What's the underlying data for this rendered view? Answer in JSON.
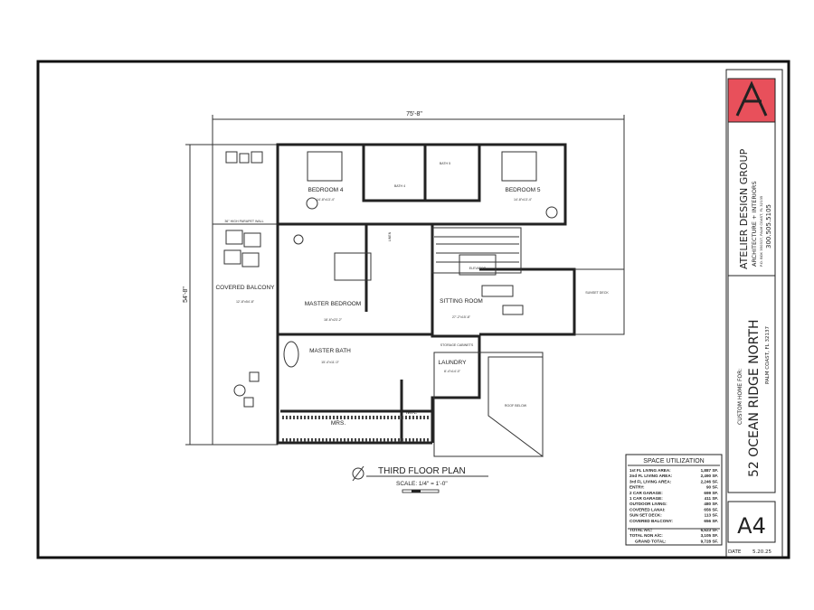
{
  "plan": {
    "title": "THIRD FLOOR PLAN",
    "scale": "SCALE: 1/4\" = 1'-0\"",
    "dim_width": "75'-8\"",
    "dim_depth": "54'-8\"",
    "rooms": {
      "bedroom4": {
        "name": "BEDROOM 4",
        "size": "14'-8\"x13'-4\""
      },
      "bath4": {
        "name": "BATH 4"
      },
      "bath5": {
        "name": "BATH 5"
      },
      "bedroom5": {
        "name": "BEDROOM 5",
        "size": "14'-8\"x13'-4\""
      },
      "balcony": {
        "name": "COVERED BALCONY",
        "size": "12'-8\"x54'-8\""
      },
      "master_bedroom": {
        "name": "MASTER BEDROOM",
        "size": "18'-6\"x23'-2\""
      },
      "sitting": {
        "name": "SITTING ROOM",
        "size": "27'-2\"x15'-8\""
      },
      "elevator": {
        "name": "ELEVATOR"
      },
      "master_bath": {
        "name": "MASTER BATH",
        "size": "15'-4\"x11'-0\""
      },
      "laundry": {
        "name": "LAUNDRY",
        "size": "8'-4\"x14'-0\""
      },
      "mrs": {
        "name": "MRS."
      },
      "mr": {
        "name": "MR."
      },
      "storage": {
        "name": "STORAGE CABINETS"
      },
      "roof": {
        "name": "ROOF BELOW"
      },
      "sunset": {
        "name": "SUNSET DECK"
      },
      "linen": {
        "name": "LINEN"
      },
      "wall_note": {
        "name": "36\" HIGH PARAPET WALL"
      }
    }
  },
  "title_block": {
    "firm": "ATELIER DESIGN GROUP",
    "firm_sub": "ARCHITECTURE + INTERIORS",
    "firm_addr": "P.O. BOX 350317, PALM COAST, FL 32135",
    "firm_phone": "300.505.5105",
    "client_label": "CUSTOM HOME FOR:",
    "project": "52 OCEAN RIDGE NORTH",
    "location": "PALM COAST, FL 32137",
    "sheet": "A4",
    "date_label": "DATE",
    "date": "5.20.25",
    "logo_letter": "A",
    "logo_color": "#e8505b"
  },
  "space_utilization": {
    "title": "SPACE UTILIZATION",
    "rows": [
      {
        "label": "1st FL LIVING AREA:",
        "value": "1,887 SF."
      },
      {
        "label": "2nd FL LIVING AREA:",
        "value": "2,490 SF."
      },
      {
        "label": "3rd FL LIVING AREA:",
        "value": "2,246 SF."
      },
      {
        "label": "ENTRY:",
        "value": "90 SF."
      },
      {
        "label": "2 CAR GARAGE:",
        "value": "699 SF."
      },
      {
        "label": "1 CAR GARAGE:",
        "value": "411 SF."
      },
      {
        "label": "OUTDOOR LIVING:",
        "value": "480 SF."
      },
      {
        "label": "COVERED LANAI:",
        "value": "656 SF."
      },
      {
        "label": "SUN SET DECK:",
        "value": "113 SF."
      },
      {
        "label": "COVERED BALCONY:",
        "value": "656 SF."
      },
      {
        "label": "TOTAL A/C:",
        "value": "6,623 SF."
      },
      {
        "label": "TOTAL NON A/C:",
        "value": "3,105 SF."
      },
      {
        "label": "GRAND TOTAL:",
        "value": "9,728 SF."
      }
    ]
  }
}
